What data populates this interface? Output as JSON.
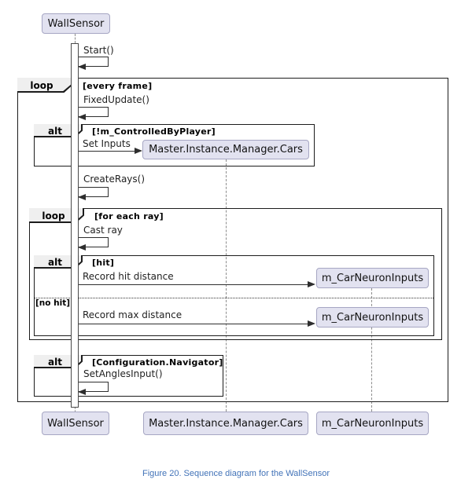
{
  "diagram": {
    "participants": {
      "wallsensor": "WallSensor",
      "master": "Master.Instance.Manager.Cars",
      "neuron": "m_CarNeuronInputs"
    },
    "messages": {
      "start": "Start()",
      "fixed_update": "FixedUpdate()",
      "set_inputs": "Set Inputs",
      "create_rays": "CreateRays()",
      "cast_ray": "Cast ray",
      "record_hit": "Record hit distance",
      "record_max": "Record max distance",
      "set_angles": "SetAnglesInput()"
    },
    "frames": {
      "loop_every_frame": {
        "label": "loop",
        "guard": "[every frame]"
      },
      "alt_controlled": {
        "label": "alt",
        "guard": "[!m_ControlledByPlayer]"
      },
      "loop_each_ray": {
        "label": "loop",
        "guard": "[for each ray]"
      },
      "alt_hit": {
        "label": "alt",
        "guard": "[hit]",
        "else_guard": "[no hit]"
      },
      "alt_config": {
        "label": "alt",
        "guard": "[Configuration.Navigator]"
      }
    },
    "colors": {
      "participant_fill": "#E2E2F0",
      "participant_border": "#A6A6C3",
      "frame_border": "#1c1c1c",
      "frame_label_fill": "#efefef",
      "caption_color": "#4273b8"
    }
  },
  "caption": "Figure 20. Sequence diagram for the WallSensor"
}
